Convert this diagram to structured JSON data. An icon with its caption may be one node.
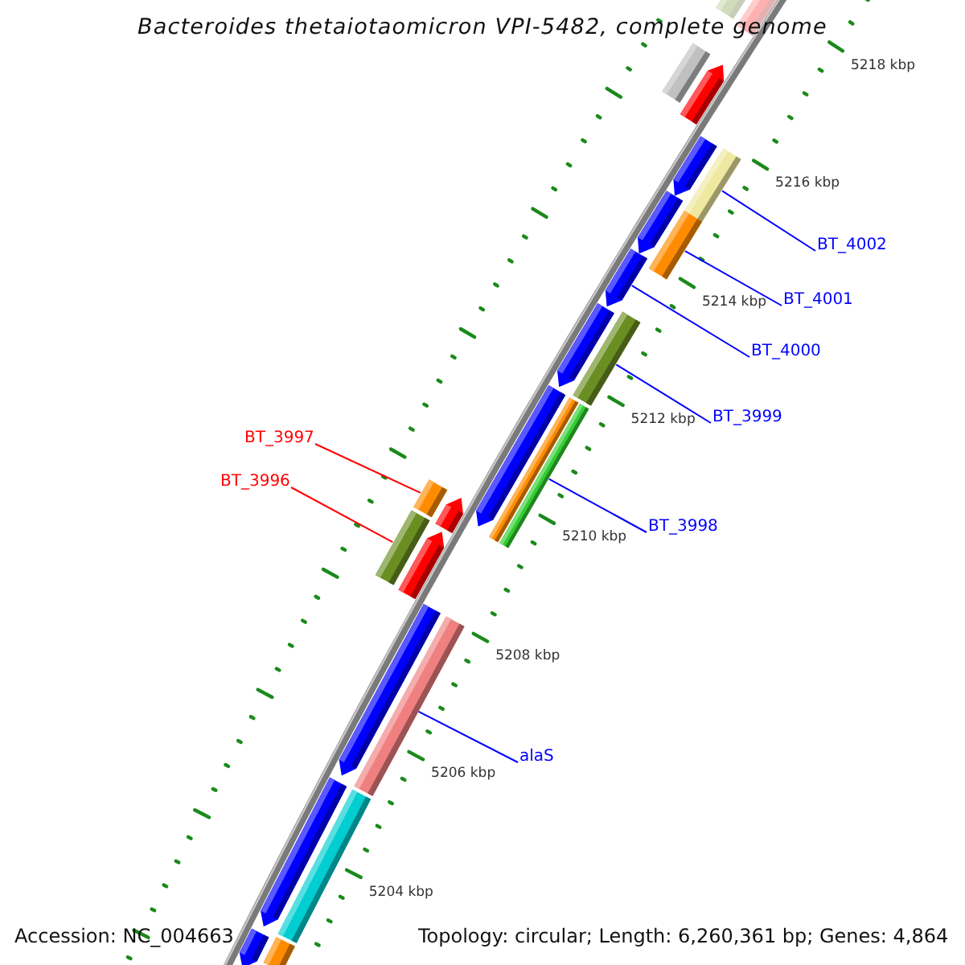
{
  "diagram": {
    "title": "Bacteroides thetaiotaomicron VPI-5482, complete genome",
    "nodes": [
      {
        "text": [
          "BT_4002"
        ]
      },
      {
        "text": [
          "BT_4001"
        ]
      },
      {
        "text": [
          "BT_4000"
        ]
      },
      {
        "text": [
          "BT_3999"
        ]
      },
      {
        "text": [
          "BT_3997"
        ]
      },
      {
        "text": [
          "BT_3996"
        ]
      },
      {
        "text": [
          "BT_3998"
        ]
      },
      {
        "text": [
          "alaS"
        ]
      },
      {
        "text": [],
        "shape": "bar"
      },
      {
        "text": [],
        "shape": "pentagon"
      },
      {
        "text": [],
        "shape": "bar"
      },
      {
        "text": [],
        "shape": "pentagon"
      },
      {
        "text": [],
        "shape": "bar"
      },
      {
        "text": [],
        "shape": "pentagon"
      },
      {
        "text": [],
        "shape": "pentagon"
      },
      {
        "text": [],
        "shape": "bar"
      },
      {
        "text": [],
        "shape": "pentagon"
      },
      {
        "text": [],
        "shape": "bar"
      },
      {
        "text": [],
        "shape": "pentagon"
      },
      {
        "text": [],
        "shape": "pentagon"
      },
      {
        "text": [],
        "shape": "bar"
      },
      {
        "text": [],
        "shape": "bar"
      },
      {
        "text": [],
        "shape": "bar"
      },
      {
        "text": [],
        "shape": "pentagon"
      },
      {
        "text": [],
        "shape": "bar"
      },
      {
        "text": [],
        "shape": "pentagon"
      },
      {
        "text": [],
        "shape": "pentagon"
      },
      {
        "text": [],
        "shape": "bar"
      },
      {
        "text": [],
        "shape": "pentagon"
      },
      {
        "text": [],
        "shape": "bar"
      },
      {
        "text": [],
        "shape": "pentagon"
      },
      {
        "text": [],
        "shape": "bar"
      }
    ],
    "edges": [
      {
        "from": 0,
        "to": 12,
        "arrow": "none"
      },
      {
        "from": 1,
        "to": 15,
        "arrow": "none"
      },
      {
        "from": 2,
        "to": 16,
        "arrow": "none"
      },
      {
        "from": 3,
        "to": 17,
        "arrow": "none"
      },
      {
        "from": 4,
        "to": 22,
        "arrow": "none",
        "color": "#ff0000"
      },
      {
        "from": 5,
        "to": 24,
        "arrow": "none",
        "color": "#ff0000"
      },
      {
        "from": 6,
        "to": 21,
        "arrow": "none"
      },
      {
        "from": 7,
        "to": 27,
        "arrow": "none"
      }
    ],
    "labels": [
      "5218 kbp",
      "5216 kbp",
      "5214 kbp",
      "5212 kbp",
      "5210 kbp",
      "5208 kbp",
      "5206 kbp",
      "5204 kbp",
      "Accession: NC_004663",
      "Topology: circular; Length: 6,260,361 bp; Genes: 4,864"
    ]
  }
}
